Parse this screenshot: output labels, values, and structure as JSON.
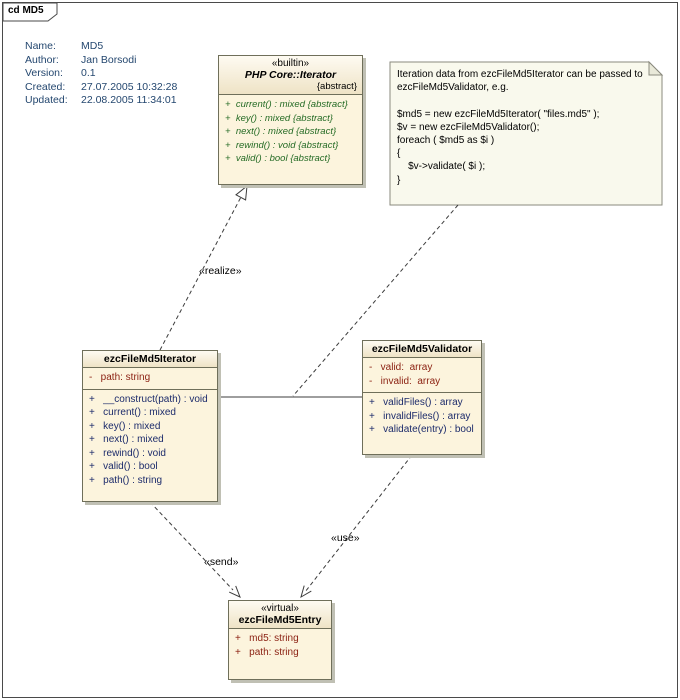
{
  "frame": {
    "title": "cd MD5"
  },
  "metadata": {
    "rows": [
      {
        "label": "Name:",
        "value": "MD5"
      },
      {
        "label": "Author:",
        "value": "Jan Borsodi"
      },
      {
        "label": "Version:",
        "value": "0.1"
      },
      {
        "label": "Created:",
        "value": "27.07.2005 10:32:28"
      },
      {
        "label": "Updated:",
        "value": "22.08.2005 11:34:01"
      }
    ]
  },
  "note": {
    "lines": [
      "Iteration data from ezcFileMd5Iterator can be passed to",
      "ezcFileMd5Validator, e.g.",
      "",
      "$md5 = new ezcFileMd5Iterator( \"files.md5\" );",
      "$v = new ezcFileMd5Validator();",
      "foreach ( $md5 as $i )",
      "{",
      "    $v->validate( $i );",
      "}"
    ]
  },
  "classes": {
    "php_core_iterator": {
      "stereotype": "«builtin»",
      "name": "PHP Core::Iterator",
      "modifier": "{abstract}",
      "methods": [
        "+  current() : mixed {abstract}",
        "+  key() : mixed {abstract}",
        "+  next() : mixed {abstract}",
        "+  rewind() : void {abstract}",
        "+  valid() : bool {abstract}"
      ]
    },
    "ezc_file_md5_iterator": {
      "name": "ezcFileMd5Iterator",
      "attributes": [
        "-   path: string"
      ],
      "methods": [
        "+   __construct(path) : void",
        "+   current() : mixed",
        "+   key() : mixed",
        "+   next() : mixed",
        "+   rewind() : void",
        "+   valid() : bool",
        "+   path() : string"
      ]
    },
    "ezc_file_md5_validator": {
      "name": "ezcFileMd5Validator",
      "attributes": [
        "-   valid:  array",
        "-   invalid:  array"
      ],
      "methods": [
        "+   validFiles() : array",
        "+   invalidFiles() : array",
        "+   validate(entry) : bool"
      ]
    },
    "ezc_file_md5_entry": {
      "stereotype": "«virtual»",
      "name": "ezcFileMd5Entry",
      "attributes": [
        "+   md5: string",
        "+   path: string"
      ]
    }
  },
  "connectors": {
    "realize_label": "«realize»",
    "send_label": "«send»",
    "use_label": "«use»"
  },
  "colors": {
    "class_fill": "#FCF4DD",
    "class_border": "#6F6F5A",
    "attribute_text": "#8A1F10",
    "method_text": "#1C2B6B",
    "abstract_method_text": "#256B25",
    "metadata_text": "#24476F",
    "note_fill": "#F9F9ED",
    "note_border": "#8A8A7E",
    "connector": "#3C3C3C",
    "label_text": "#000000"
  }
}
